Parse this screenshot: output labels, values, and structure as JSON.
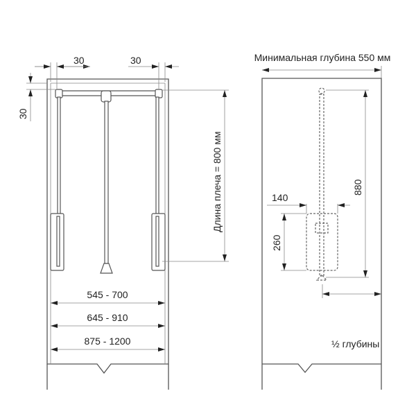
{
  "front_view": {
    "dim_left_offset": "30",
    "dim_right_offset": "30",
    "dim_top_offset": "30",
    "arm_length": "Длина плеча = 800 мм",
    "widths": [
      "545 - 700",
      "645 - 910",
      "875 - 1200"
    ]
  },
  "side_view": {
    "min_depth": "Минимальная глубина 550 мм",
    "height": "880",
    "hanger_width": "140",
    "hanger_height": "260",
    "half_depth": "½ глубины"
  }
}
